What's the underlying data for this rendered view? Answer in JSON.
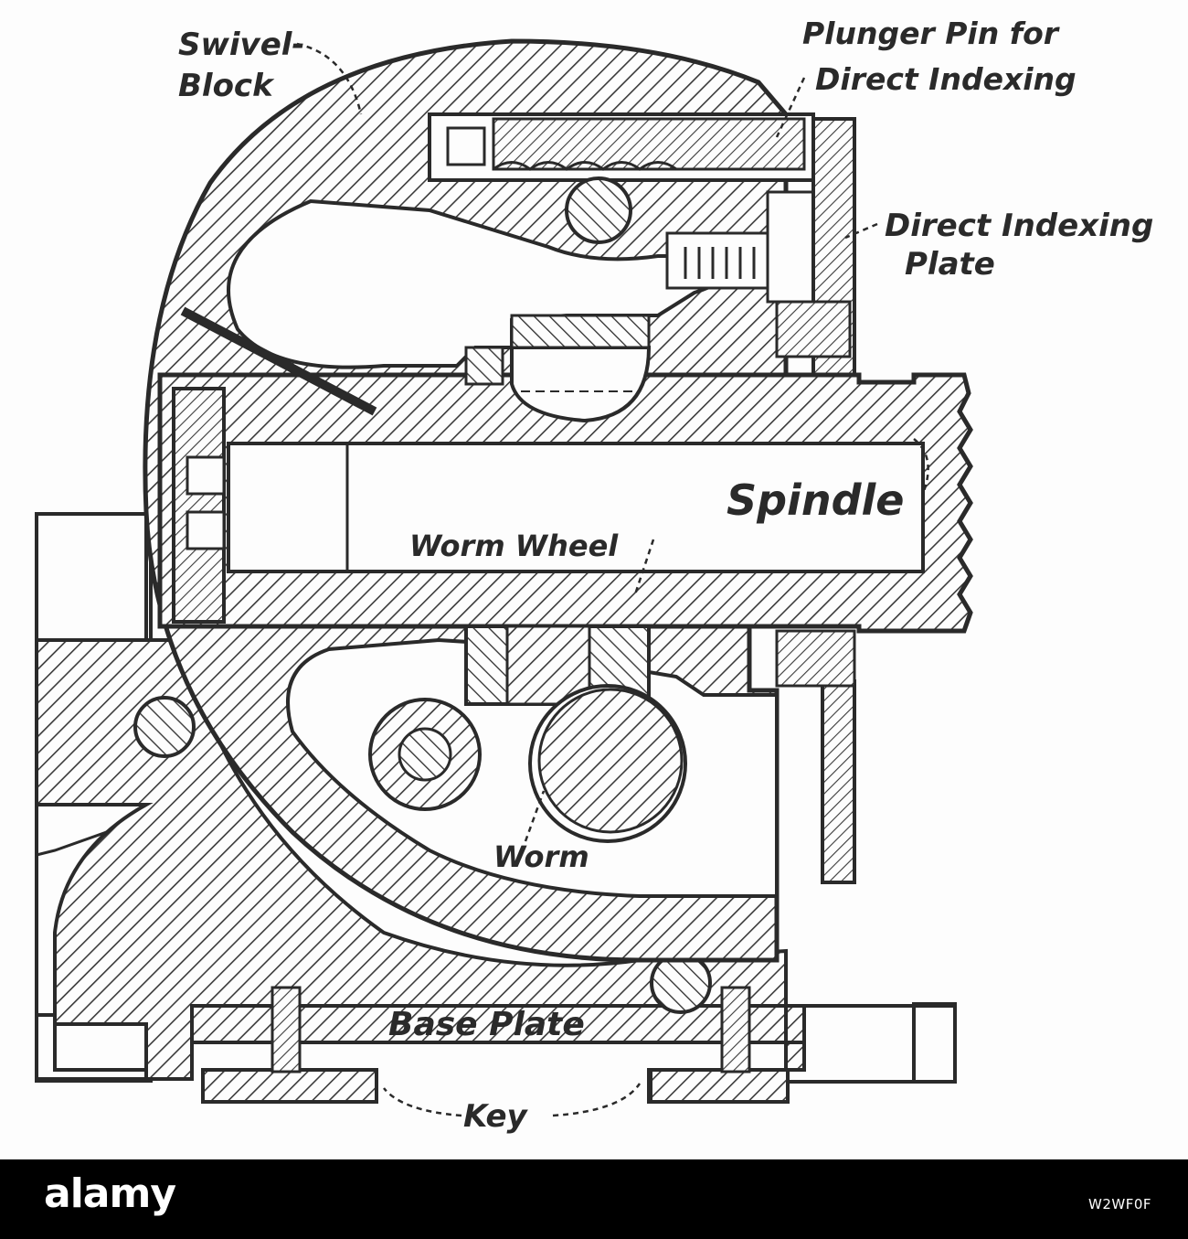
{
  "diagram": {
    "labels": {
      "swivel_block_line1": "Swivel-",
      "swivel_block_line2": "Block",
      "plunger_line1": "Plunger Pin for",
      "plunger_line2": "Direct Indexing",
      "indexing_plate_line1": "Direct Indexing",
      "indexing_plate_line2": "Plate",
      "spindle": "Spindle",
      "worm_wheel": "Worm Wheel",
      "worm": "Worm",
      "base_plate": "Base Plate",
      "key": "Key"
    }
  },
  "footer": {
    "logo": "alamy",
    "image_id": "W2WF0F"
  },
  "colors": {
    "ink": "#2a2a2a",
    "hatch": "#3a3a3a",
    "paper": "#fdfdfd",
    "footer_bg": "#000000",
    "footer_text": "#ffffff"
  }
}
